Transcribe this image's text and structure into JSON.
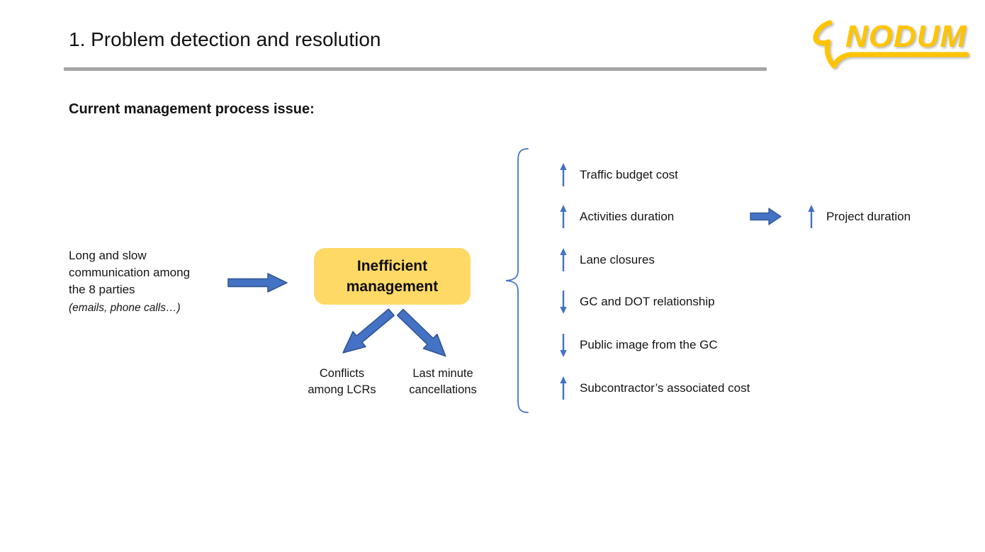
{
  "slide": {
    "title": "1. Problem detection and resolution",
    "subtitle": "Current management process issue:",
    "logo": {
      "text": "NODUM"
    },
    "colors": {
      "accent_blue": "#4472C4",
      "accent_blue_dark": "#2F528F",
      "box_yellow": "#FFD966",
      "logo_gold": "#FFC400",
      "rule_gray": "#A6A6A6"
    }
  },
  "diagram": {
    "cause": {
      "text": "Long and slow\ncommunication among\nthe 8 parties",
      "note": "(emails, phone calls…)"
    },
    "center_box": {
      "label": "Inefficient\nmanagement"
    },
    "sub_effects": [
      {
        "label": "Conflicts\namong LCRs"
      },
      {
        "label": "Last minute\ncancellations"
      }
    ],
    "effects": [
      {
        "direction": "up",
        "label": "Traffic budget cost"
      },
      {
        "direction": "up",
        "label": "Activities duration"
      },
      {
        "direction": "up",
        "label": "Lane closures"
      },
      {
        "direction": "down",
        "label": "GC and DOT relationship"
      },
      {
        "direction": "down",
        "label": "Public image from the GC"
      },
      {
        "direction": "up",
        "label": "Subcontractor’s associated cost"
      }
    ],
    "consequence": {
      "direction": "up",
      "label": "Project duration"
    }
  }
}
